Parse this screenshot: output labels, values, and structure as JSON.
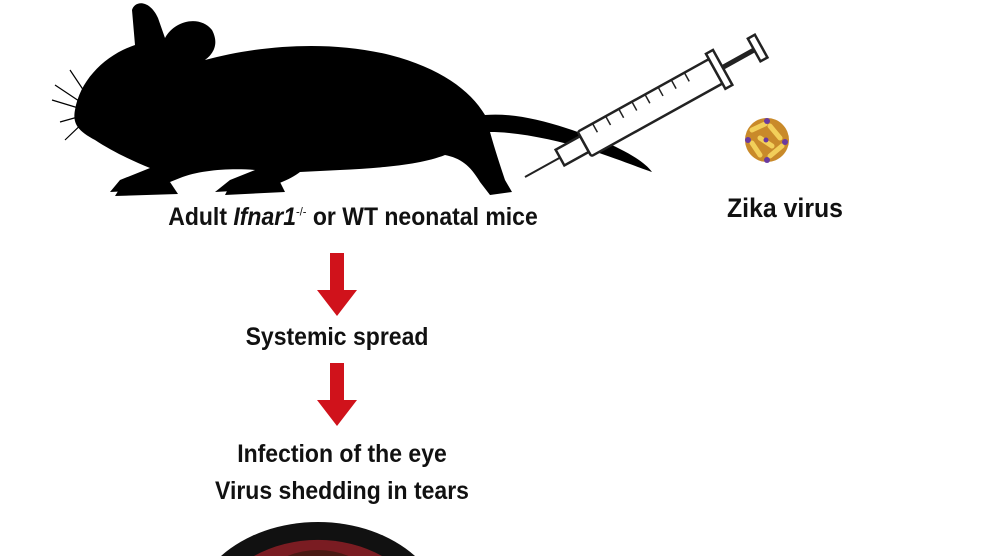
{
  "diagram": {
    "mouse_label": {
      "prefix": "Adult ",
      "gene": "Ifnar1",
      "superscript": "-/-",
      "suffix": " or WT neonatal mice"
    },
    "virus_label": "Zika virus",
    "step1": "Systemic spread",
    "step2_line1": "Infection of the eye",
    "step2_line2": "Virus shedding in tears",
    "colors": {
      "arrow": "#d0121b",
      "silhouette": "#000000",
      "virus_gold": "#e3b43c",
      "virus_purple": "#6a3aa0",
      "eye_red": "#7a1c22"
    }
  }
}
